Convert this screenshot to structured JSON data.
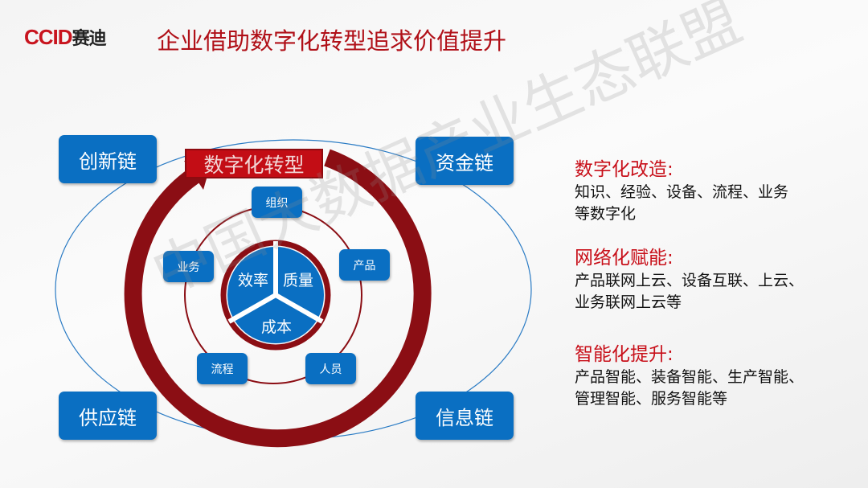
{
  "logo": {
    "en": "CCID",
    "cn": "赛迪"
  },
  "title": "企业借助数字化转型追求价值提升",
  "diagram": {
    "center_label": "数字化转型",
    "chains": [
      "创新链",
      "资金链",
      "供应链",
      "信息链"
    ],
    "elements": [
      "组织",
      "产品",
      "业务",
      "流程",
      "人员"
    ],
    "core": [
      "效率",
      "质量",
      "成本"
    ]
  },
  "sections": [
    {
      "heading": "数字化改造:",
      "lines": [
        "知识、经验、设备、流程、业务",
        "等数字化"
      ]
    },
    {
      "heading": "网络化赋能:",
      "lines": [
        "产品联网上云、设备互联、上云、",
        "业务联网上云等"
      ]
    },
    {
      "heading": "智能化提升:",
      "lines": [
        "产品智能、装备智能、生产智能、",
        "管理智能、服务智能等"
      ]
    }
  ],
  "watermark": "中国大数据产业生态联盟",
  "colors": {
    "accent_red": "#c8101a",
    "box_blue": "#0a6fc2",
    "arc_red": "#8b0e14"
  }
}
